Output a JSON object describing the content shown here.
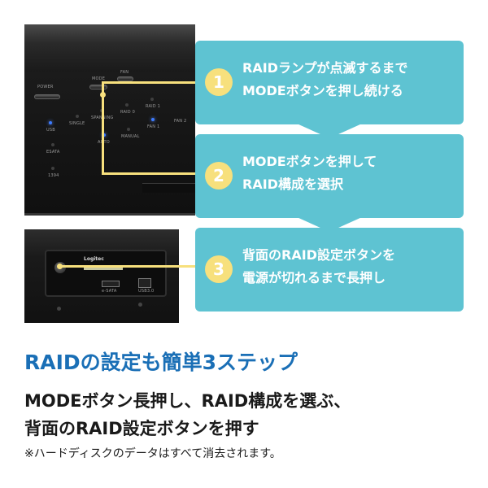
{
  "device_front": {
    "labels": {
      "power": "POWER",
      "mode": "MODE",
      "fan": "FAN",
      "usb": "USB",
      "single": "SINGLE",
      "spanning": "SPANNING",
      "raid0": "RAID 0",
      "raid1": "RAID 1",
      "fan1": "FAN 1",
      "fan2": "FAN 2",
      "esata": "ESATA",
      "auto": "AUTO",
      "manual": "MANUAL",
      "ieee1394": "1394"
    }
  },
  "device_back": {
    "logo": "Logitec",
    "port_esata": "e-SATA",
    "port_usb": "USB3.0"
  },
  "steps": [
    {
      "number": "1",
      "text": "RAIDランプが点滅するまで\nMODEボタンを押し続ける"
    },
    {
      "number": "2",
      "text": "MODEボタンを押して\nRAID構成を選択"
    },
    {
      "number": "3",
      "text": "背面のRAID設定ボタンを\n電源が切れるまで長押し"
    }
  ],
  "headline": "RAIDの設定も簡単3ステップ",
  "description": "MODEボタン長押し、RAID構成を選ぶ、\n背面のRAID設定ボタンを押す",
  "note": "※ハードディスクのデータはすべて消去されます。",
  "colors": {
    "step_box": "#5ec3d2",
    "step_number_circle": "#f7e07d",
    "headline": "#1a6fb6"
  }
}
